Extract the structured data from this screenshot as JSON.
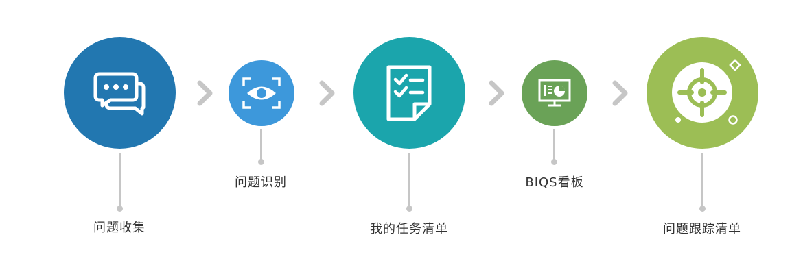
{
  "steps": [
    {
      "label": "问题收集",
      "icon": "chat-bubbles-icon",
      "color": "#2277b0"
    },
    {
      "label": "问题识别",
      "icon": "eye-scan-icon",
      "color": "#3d98db"
    },
    {
      "label": "我的任务清单",
      "icon": "checklist-icon",
      "color": "#1ba5ac"
    },
    {
      "label": "BIQS看板",
      "icon": "dashboard-screen-icon",
      "color": "#6aa257"
    },
    {
      "label": "问题跟踪清单",
      "icon": "target-crosshair-icon",
      "color": "#9cbe55"
    }
  ],
  "connector_color": "#c6c6c6"
}
